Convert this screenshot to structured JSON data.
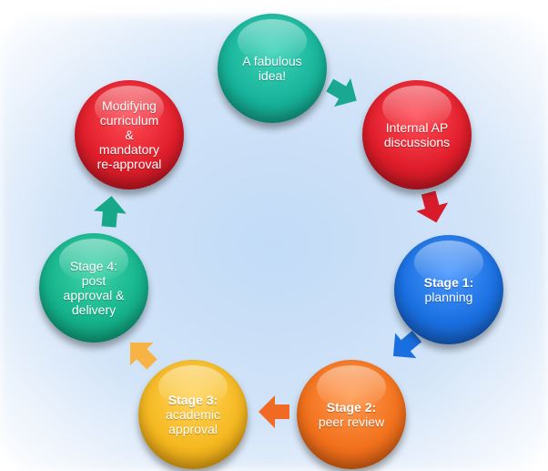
{
  "nodes": [
    {
      "id": "idea",
      "lines": [
        "A fabulous",
        "idea!"
      ],
      "bold_prefix": "",
      "color": "#17b39a"
    },
    {
      "id": "internal",
      "lines": [
        "Internal AP",
        "discussions"
      ],
      "bold_prefix": "",
      "color": "#e01e2b"
    },
    {
      "id": "stage1",
      "lines": [
        "Stage 1:",
        "planning"
      ],
      "bold_prefix": "Stage 1:",
      "color": "#1a6fe0"
    },
    {
      "id": "stage2",
      "lines": [
        "Stage 2:",
        "peer review"
      ],
      "bold_prefix": "Stage 2:",
      "color": "#f2711c"
    },
    {
      "id": "stage3",
      "lines": [
        "Stage 3:",
        "academic",
        "approval"
      ],
      "bold_prefix": "Stage 3:",
      "color": "#f5b820"
    },
    {
      "id": "stage4",
      "lines": [
        "Stage 4:",
        "post",
        "approval &",
        "delivery"
      ],
      "bold_prefix": "",
      "color": "#15b38c"
    },
    {
      "id": "modifying",
      "lines": [
        "Modifying",
        "curriculum",
        "&",
        "mandatory",
        "re-approval"
      ],
      "bold_prefix": "",
      "color": "#e01e2b"
    }
  ],
  "arrows": [
    {
      "from": "idea",
      "to": "internal",
      "color": "#1aa892"
    },
    {
      "from": "internal",
      "to": "stage1",
      "color": "#d81b2a"
    },
    {
      "from": "stage1",
      "to": "stage2",
      "color": "#1a6fe0"
    },
    {
      "from": "stage2",
      "to": "stage3",
      "color": "#f06a24"
    },
    {
      "from": "stage3",
      "to": "stage4",
      "color": "#f7b445"
    },
    {
      "from": "stage4",
      "to": "modifying",
      "color": "#16a888"
    }
  ]
}
